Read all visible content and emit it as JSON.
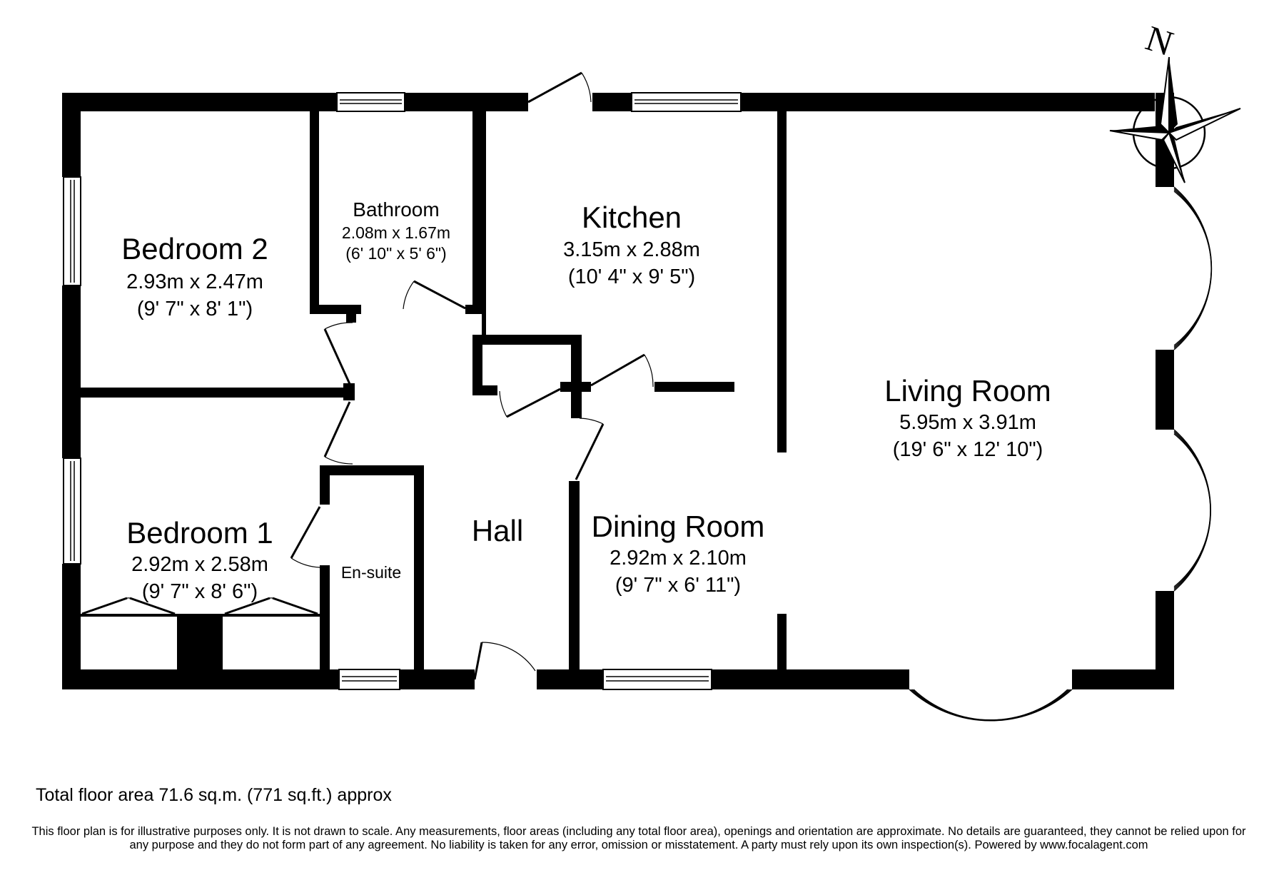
{
  "compass": {
    "label": "N"
  },
  "rooms": [
    {
      "id": "bedroom-2",
      "name": "Bedroom 2",
      "metric": "2.93m x 2.47m",
      "imperial": "(9' 7\" x 8' 1\")"
    },
    {
      "id": "bathroom",
      "name": "Bathroom",
      "metric": "2.08m x 1.67m",
      "imperial": "(6' 10\" x 5' 6\")"
    },
    {
      "id": "kitchen",
      "name": "Kitchen",
      "metric": "3.15m x 2.88m",
      "imperial": "(10' 4\" x 9' 5\")"
    },
    {
      "id": "living-room",
      "name": "Living Room",
      "metric": "5.95m x 3.91m",
      "imperial": "(19' 6\" x 12' 10\")"
    },
    {
      "id": "bedroom-1",
      "name": "Bedroom 1",
      "metric": "2.92m x 2.58m",
      "imperial": "(9' 7\" x 8' 6\")"
    },
    {
      "id": "en-suite",
      "name": "En-suite"
    },
    {
      "id": "hall",
      "name": "Hall"
    },
    {
      "id": "dining-room",
      "name": "Dining Room",
      "metric": "2.92m x 2.10m",
      "imperial": "(9' 7\" x 6' 11\")"
    }
  ],
  "footer": {
    "total_area": "Total floor area 71.6 sq.m. (771 sq.ft.) approx",
    "disclaimer": "This floor plan is for illustrative purposes only. It is not drawn to scale. Any measurements, floor areas (including any total floor area), openings and orientation are approximate. No details are guaranteed, they cannot be relied upon for any purpose and they do not form part of any agreement. No liability is taken for any error, omission or misstatement. A party must rely upon its own inspection(s).  Powered by www.focalagent.com"
  },
  "colors": {
    "wall": "#000000",
    "background": "#ffffff"
  }
}
